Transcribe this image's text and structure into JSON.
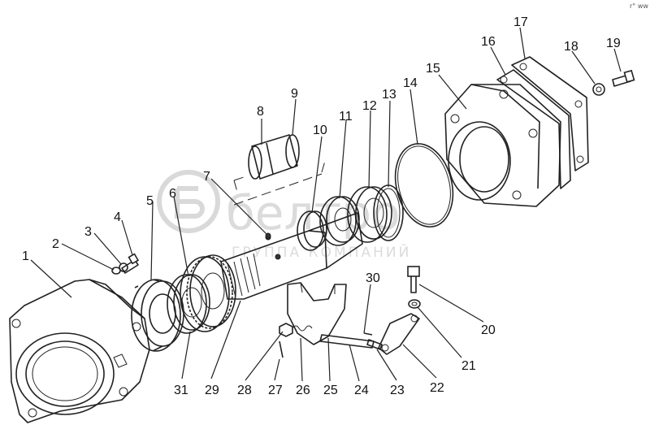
{
  "diagram": {
    "callouts": [
      "1",
      "2",
      "3",
      "4",
      "5",
      "6",
      "7",
      "8",
      "9",
      "10",
      "11",
      "12",
      "13",
      "14",
      "15",
      "16",
      "17",
      "18",
      "19",
      "20",
      "21",
      "22",
      "23",
      "24",
      "25",
      "26",
      "27",
      "28",
      "29",
      "30",
      "31"
    ],
    "watermark": {
      "brand": "белтро",
      "tagline": "ГРУППА КОМПАНИЙ"
    },
    "corner_mark": "r° ww"
  }
}
